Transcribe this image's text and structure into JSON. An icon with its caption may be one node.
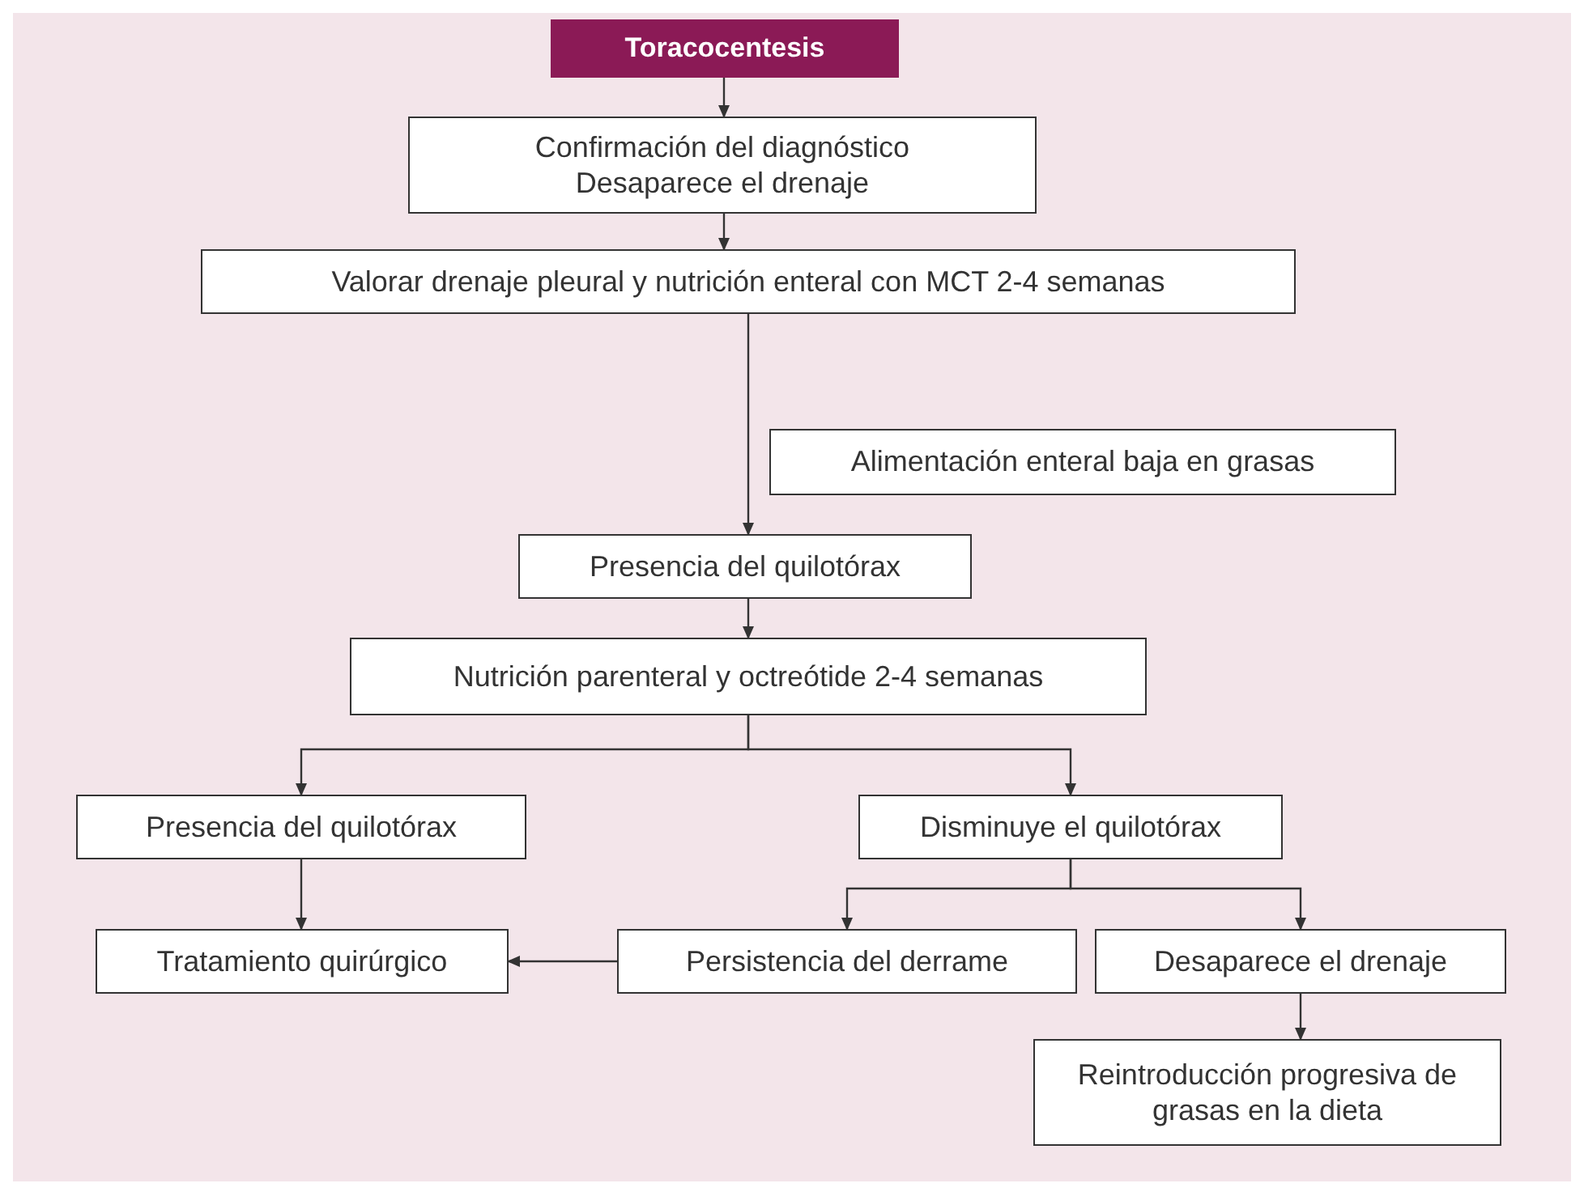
{
  "diagram": {
    "nodes": [
      {
        "text": [
          "Toracocentesis"
        ]
      },
      {
        "text": [
          "Confirmación del diagnóstico",
          "Desaparece el drenaje"
        ]
      },
      {
        "text": [
          "Valorar drenaje pleural y nutrición enteral con MCT 2-4 semanas"
        ]
      },
      {
        "text": [
          "Alimentación enteral baja en grasas"
        ]
      },
      {
        "text": [
          "Presencia del quilotórax"
        ]
      },
      {
        "text": [
          "Nutrición parenteral y octreótide 2-4 semanas"
        ]
      },
      {
        "text": [
          "Presencia del quilotórax"
        ]
      },
      {
        "text": [
          "Disminuye el quilotórax"
        ]
      },
      {
        "text": [
          "Tratamiento quirúrgico"
        ]
      },
      {
        "text": [
          "Persistencia del derrame"
        ]
      },
      {
        "text": [
          "Desaparece el drenaje"
        ]
      },
      {
        "text": [
          "Reintroducción progresiva de grasas en la dieta"
        ]
      }
    ],
    "edges": [
      {
        "from": 0,
        "to": 1,
        "arrow": "to"
      },
      {
        "from": 1,
        "to": 2,
        "arrow": "to"
      },
      {
        "from": 2,
        "to": 4,
        "arrow": "to"
      },
      {
        "from": 4,
        "to": 5,
        "arrow": "to"
      },
      {
        "from": 5,
        "to": 6,
        "arrow": "to"
      },
      {
        "from": 5,
        "to": 7,
        "arrow": "to"
      },
      {
        "from": 6,
        "to": 8,
        "arrow": "to"
      },
      {
        "from": 7,
        "to": 9,
        "arrow": "to"
      },
      {
        "from": 7,
        "to": 10,
        "arrow": "to"
      },
      {
        "from": 9,
        "to": 8,
        "arrow": "to"
      },
      {
        "from": 10,
        "to": 11,
        "arrow": "to"
      }
    ]
  }
}
